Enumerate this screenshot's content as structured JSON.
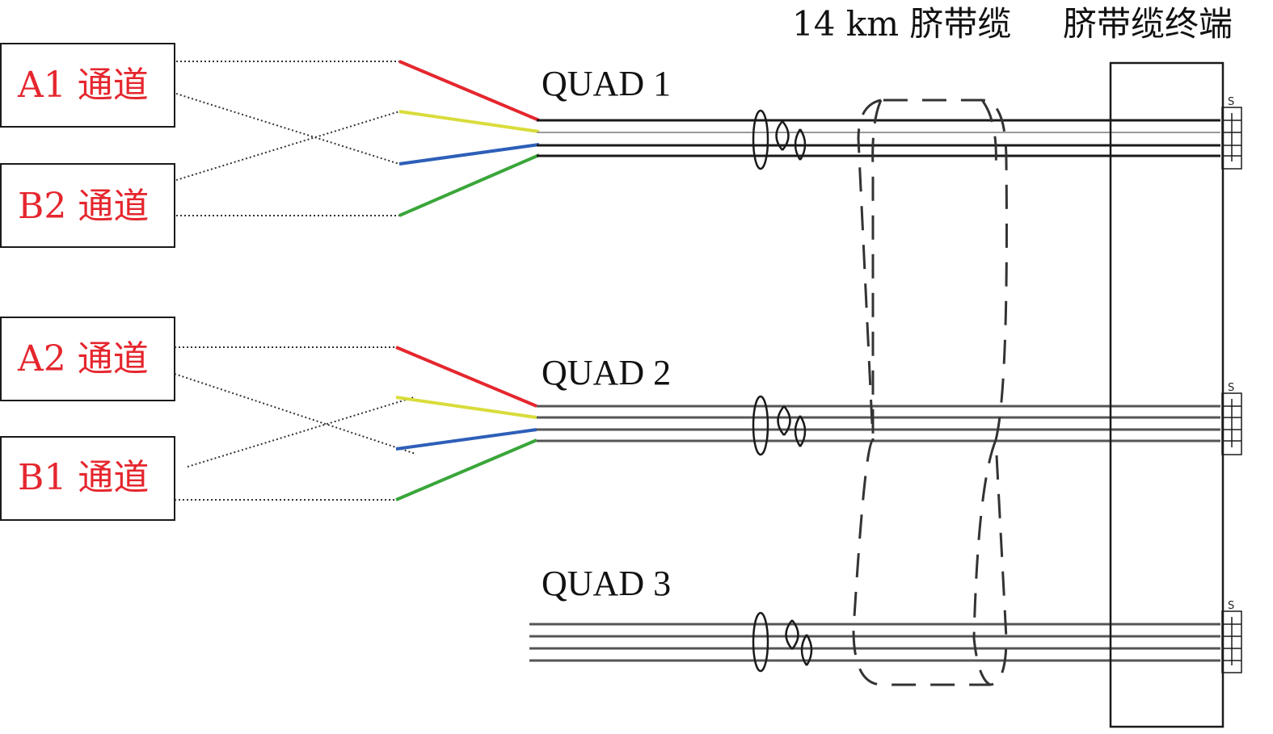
{
  "header": {
    "cable_label": "14 km 脐带缆",
    "terminal_label": "脐带缆终端"
  },
  "channels": {
    "a1": "A1 通道",
    "b2": "B2 通道",
    "a2": "A2 通道",
    "b1": "B1 通道"
  },
  "quads": {
    "q1": "QUAD 1",
    "q2": "QUAD 2",
    "q3": "QUAD 3"
  },
  "terminal_mark": "S",
  "colors": {
    "channel_text": "#e5262e",
    "wire_red": "#e5262e",
    "wire_yellow": "#d9dc3a",
    "wire_blue": "#2d5fb8",
    "wire_green": "#3aa63a",
    "line_dark": "#1a1a1a",
    "line_gray": "#777777"
  }
}
